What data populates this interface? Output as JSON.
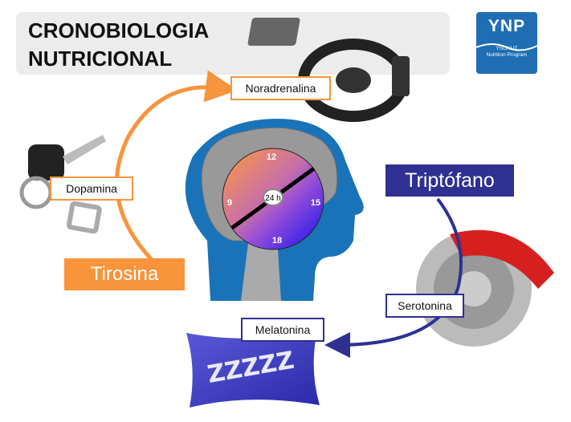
{
  "title": {
    "line1": "CRONOBIOLOGIA",
    "line2": "NUTRICIONAL"
  },
  "logo": {
    "mark": "YNP",
    "line1": "YSONUT",
    "line2": "Nutrition Program"
  },
  "labels": {
    "noradrenalina": "Noradrenalina",
    "dopamina": "Dopamina",
    "tirosina": "Tirosina",
    "triptofano": "Triptófano",
    "serotonina": "Serotonina",
    "melatonina": "Melatonina"
  },
  "clock": {
    "center": "24 h",
    "hours": [
      "12",
      "15",
      "18",
      "9"
    ]
  },
  "colors": {
    "orange": "#f7943c",
    "navy": "#2e3192",
    "head": "#1a73b8",
    "logo": "#1f6db3"
  }
}
